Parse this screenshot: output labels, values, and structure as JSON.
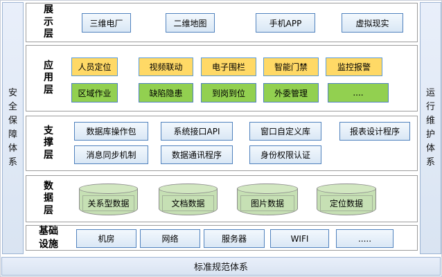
{
  "sidebars": {
    "left": "安全保障体系",
    "right": "运行维护体系"
  },
  "bottom_bar": {
    "label": "标准规范体系"
  },
  "layers": {
    "presentation": {
      "title": "展示层",
      "items": [
        "三维电厂",
        "二维地图",
        "手机APP",
        "虚拟现实"
      ]
    },
    "application": {
      "title": "应用层",
      "row1": [
        "人员定位",
        "视频联动",
        "电子围栏",
        "智能门禁",
        "监控报警"
      ],
      "row2": [
        "区域作业",
        "缺陷隐患",
        "到岗到位",
        "外委管理",
        "...."
      ]
    },
    "support": {
      "title": "支撑层",
      "row1": [
        "数据库操作包",
        "系统接口API",
        "窗口自定义库",
        "报表设计程序"
      ],
      "row2": [
        "消息同步机制",
        "数据通讯程序",
        "身份权限认证"
      ]
    },
    "data": {
      "title": "数据层",
      "items": [
        "关系型数据",
        "文档数据",
        "图片数据",
        "定位数据"
      ]
    },
    "infrastructure": {
      "title": "基础设施",
      "items": [
        "机房",
        "网络",
        "服务器",
        "WIFI",
        "....."
      ]
    }
  },
  "colors": {
    "blue_box_fill": "#dbe8f5",
    "blue_box_border": "#4f81bd",
    "yellow_box_fill": "#ffd966",
    "green_box_fill": "#92d050",
    "cylinder_fill": "#c6e0b4",
    "pillar_fill": "#dce6f2",
    "panel_border": "#9b9b9b"
  }
}
